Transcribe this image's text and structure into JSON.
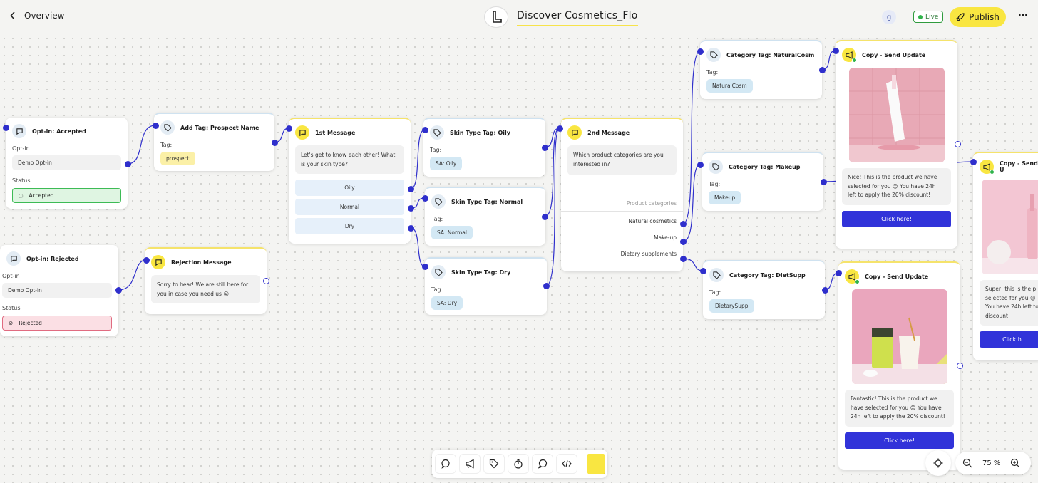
{
  "header": {
    "back_label": "Overview",
    "flow_title": "Discover Cosmetics_Flo",
    "avatar_initial": "g",
    "live_label": "Live",
    "publish_label": "Publish"
  },
  "nodes": {
    "optin_accepted": {
      "title": "Opt-in: Accepted",
      "optin_label": "Opt-in",
      "optin_value": "Demo Opt-in",
      "status_label": "Status",
      "status_value": "Accepted"
    },
    "optin_rejected": {
      "title": "Opt-in: Rejected",
      "optin_label": "Opt-in",
      "optin_value": "Demo Opt-in",
      "status_label": "Status",
      "status_value": "Rejected"
    },
    "add_tag": {
      "title": "Add Tag: Prospect Name",
      "tag_label": "Tag:",
      "tag_value": "prospect"
    },
    "rejection_msg": {
      "title": "Rejection Message",
      "text": "Sorry to hear! We are still here for you in case you need us 😛"
    },
    "first_msg": {
      "title": "1st Message",
      "text": "Let's get to know each other! What is your skin type?",
      "options": [
        "Oily",
        "Normal",
        "Dry"
      ]
    },
    "skin_oily": {
      "title": "Skin Type Tag: Oily",
      "tag_label": "Tag:",
      "tag_value": "SA: Oily"
    },
    "skin_normal": {
      "title": "Skin Type Tag: Normal",
      "tag_label": "Tag:",
      "tag_value": "SA: Normal"
    },
    "skin_dry": {
      "title": "Skin Type Tag: Dry",
      "tag_label": "Tag:",
      "tag_value": "SA: Dry"
    },
    "second_msg": {
      "title": "2nd Message",
      "text": "Which product categories are you interested in?",
      "section_label": "Product categories",
      "options": [
        "Natural cosmetics",
        "Make-up",
        "Dietary supplements"
      ]
    },
    "cat_natural": {
      "title": "Category Tag: NaturalCosm",
      "tag_label": "Tag:",
      "tag_value": "NaturalCosm"
    },
    "cat_makeup": {
      "title": "Category Tag: Makeup",
      "tag_label": "Tag:",
      "tag_value": "Makeup"
    },
    "cat_diet": {
      "title": "Category Tag: DietSupp",
      "tag_label": "Tag:",
      "tag_value": "DietarySupp"
    },
    "copy1": {
      "title": "Copy - Send Update",
      "text": "Nice! This is the product we have selected for you 😊 You have 24h left to apply the 20% discount!",
      "cta": "Click here!"
    },
    "copy2": {
      "title": "Copy - Send Update",
      "text": "Fantastic! This is the product we have selected for you 😊 You have 24h left to apply the 20% discount!",
      "cta": "Click here!"
    },
    "copy3": {
      "title": "Copy - Send U",
      "text": "Super! this is the p selected for you 😊 You have 24h left to discount!",
      "cta": "Click h"
    }
  },
  "toolbar": {
    "icons": [
      "message-icon",
      "megaphone-icon",
      "tag-icon",
      "timer-icon",
      "chat-icon",
      "code-icon",
      "sticky-note-icon"
    ]
  },
  "zoom": {
    "value": "75 %"
  },
  "colors": {
    "accent": "#f9e641",
    "connector": "#2f2fcc",
    "button": "#3133d9",
    "live": "#2fb34a"
  }
}
